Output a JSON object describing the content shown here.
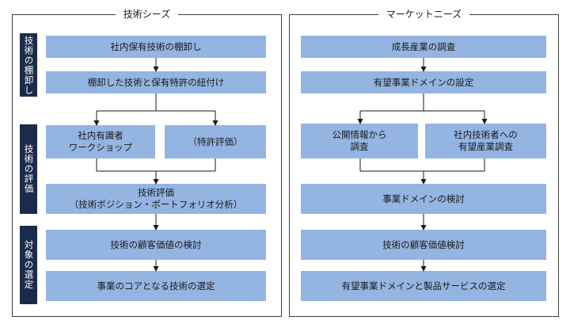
{
  "left_panel": {
    "title": "技術シーズ",
    "sections": [
      {
        "label": "技術の棚卸し"
      },
      {
        "label": "技術の評価"
      },
      {
        "label": "対象の選定"
      }
    ],
    "boxes": {
      "inventory": "社内保有技術の棚卸し",
      "linking": "棚卸した技術と保有特許の紐付け",
      "workshop": "社内有識者\nワークショップ",
      "patent_eval": "（特許評価）",
      "tech_eval": "技術評価\n（技術ポジション・ポートフォリオ分析）",
      "customer_value": "技術の顧客価値の検討",
      "core_select": "事業のコアとなる技術の選定"
    }
  },
  "right_panel": {
    "title": "マーケットニーズ",
    "boxes": {
      "growth": "成長産業の調査",
      "domain_set": "有望事業ドメインの設定",
      "public_info": "公開情報から\n調査",
      "survey": "社内技術者への\n有望産業調査",
      "domain_review": "事業ドメインの検討",
      "customer_value": "技術の顧客価値検討",
      "final_select": "有望事業ドメインと製品サービスの選定"
    }
  },
  "colors": {
    "box_fill": "#94b4e2",
    "side_fill": "#1b2b4b",
    "border": "#3a3a3a"
  }
}
